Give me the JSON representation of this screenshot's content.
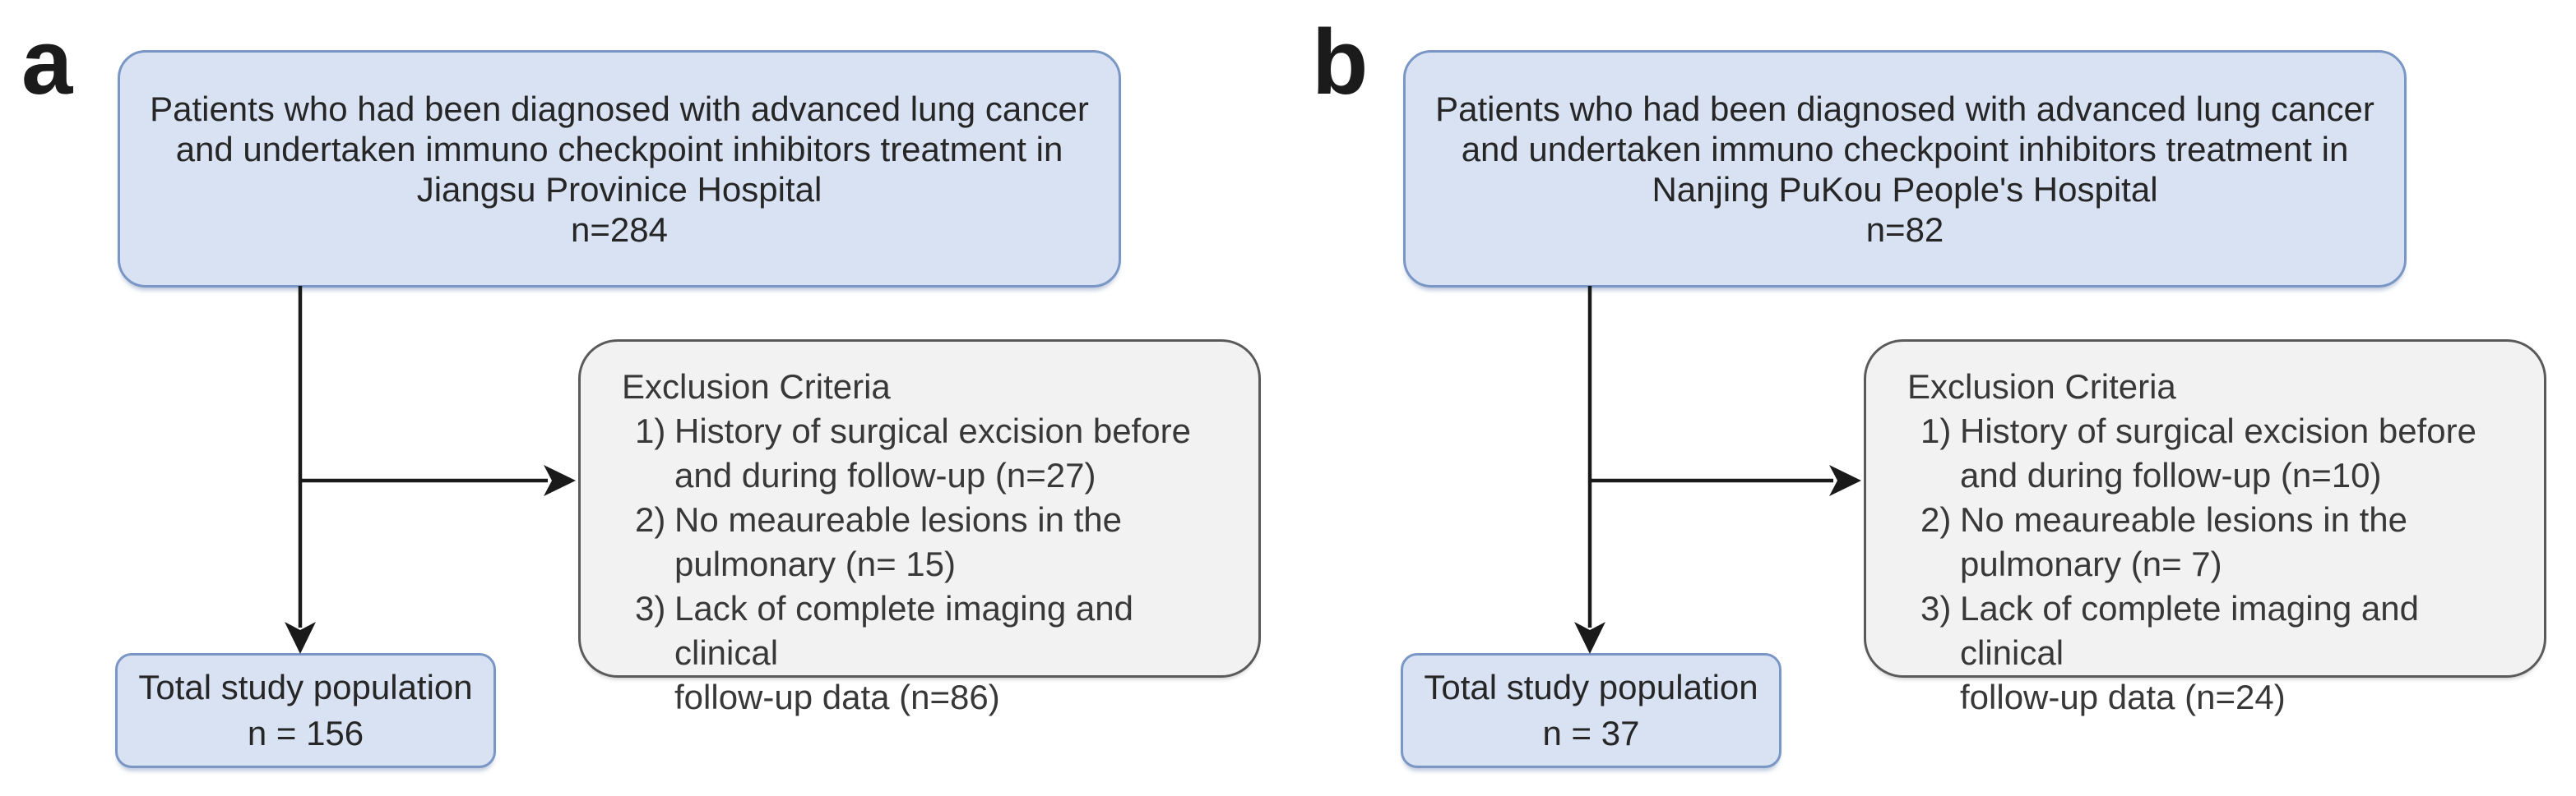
{
  "colors": {
    "background": "#ffffff",
    "box_blue_fill": "#d8e2f3",
    "box_blue_border": "#7a96c5",
    "box_gray_fill": "#f2f2f2",
    "box_gray_border": "#5a5a5a",
    "arrow": "#1a1a1a",
    "text": "#262626"
  },
  "panels": [
    {
      "label": "a",
      "top_box": {
        "lines": [
          "Patients who had been diagnosed with advanced lung cancer",
          "and undertaken immuno checkpoint inhibitors treatment in",
          "Jiangsu Provinice Hospital",
          "n=284"
        ]
      },
      "exclusion_box": {
        "title": "Exclusion Criteria",
        "items": [
          {
            "number": "1)",
            "lines": [
              "History of surgical excision before",
              "and during follow-up (n=27)"
            ]
          },
          {
            "number": "2)",
            "lines": [
              "No meaureable lesions in the",
              "pulmonary (n= 15)"
            ]
          },
          {
            "number": "3)",
            "lines": [
              "Lack of complete imaging and clinical",
              "follow-up data (n=86)"
            ]
          }
        ]
      },
      "total_box": {
        "lines": [
          "Total study population",
          "n = 156"
        ]
      }
    },
    {
      "label": "b",
      "top_box": {
        "lines": [
          "Patients who had been diagnosed with advanced lung cancer",
          "and undertaken immuno checkpoint inhibitors treatment in",
          "Nanjing PuKou People's Hospital",
          "n=82"
        ]
      },
      "exclusion_box": {
        "title": "Exclusion Criteria",
        "items": [
          {
            "number": "1)",
            "lines": [
              "History of surgical excision before",
              "and during follow-up (n=10)"
            ]
          },
          {
            "number": "2)",
            "lines": [
              "No meaureable lesions in the",
              "pulmonary (n= 7)"
            ]
          },
          {
            "number": "3)",
            "lines": [
              "Lack of complete imaging and clinical",
              "follow-up data (n=24)"
            ]
          }
        ]
      },
      "total_box": {
        "lines": [
          "Total study population",
          "n = 37"
        ]
      }
    }
  ]
}
